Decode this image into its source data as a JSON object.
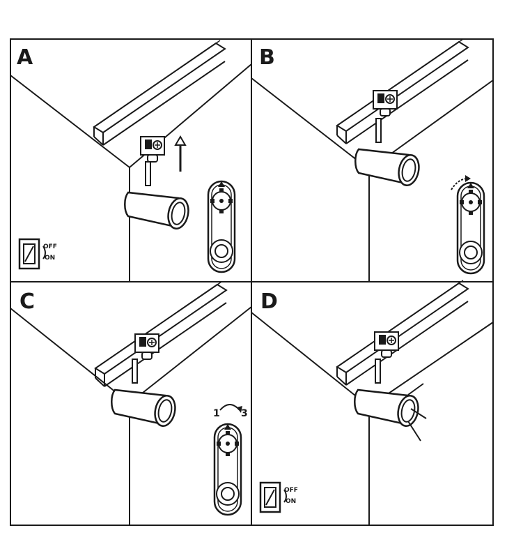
{
  "panels": [
    {
      "id": "A",
      "label": "A",
      "switch": {
        "off": "OFF",
        "on": "ON"
      },
      "arrow": "up-arrow",
      "plug": "plate"
    },
    {
      "id": "B",
      "label": "B",
      "plug": "rotate"
    },
    {
      "id": "C",
      "label": "C",
      "rotation": {
        "from": "1",
        "to": "3"
      },
      "plug": "plate"
    },
    {
      "id": "D",
      "label": "D",
      "switch": {
        "off": "OFF",
        "on": "ON"
      },
      "beam": true
    }
  ],
  "colors": {
    "ink": "#1a1a1a",
    "paper": "#ffffff"
  }
}
